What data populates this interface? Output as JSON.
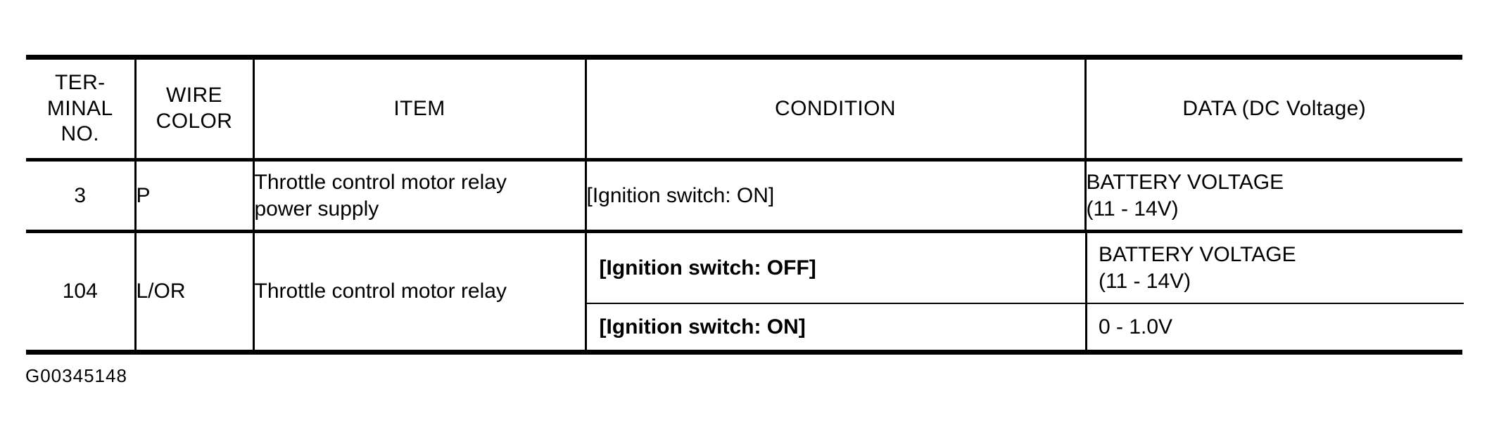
{
  "document": {
    "caption": "G00345148"
  },
  "table": {
    "headers": {
      "terminal_no": [
        "TER-",
        "MINAL",
        "NO."
      ],
      "wire_color": [
        "WIRE",
        "COLOR"
      ],
      "item": "ITEM",
      "condition": "CONDITION",
      "data": "DATA (DC Voltage)"
    },
    "rows": [
      {
        "terminal_no": "3",
        "wire_color": "P",
        "item": [
          "Throttle control motor relay",
          "power supply"
        ],
        "entries": [
          {
            "condition": "[Ignition switch: ON]",
            "data": [
              "BATTERY VOLTAGE",
              "(11 - 14V)"
            ]
          }
        ]
      },
      {
        "terminal_no": "104",
        "wire_color": "L/OR",
        "item": [
          "Throttle control motor relay"
        ],
        "entries": [
          {
            "condition": "[Ignition switch: OFF]",
            "data": [
              "BATTERY VOLTAGE",
              "(11 - 14V)"
            ]
          },
          {
            "condition": "[Ignition switch: ON]",
            "data": [
              "0 - 1.0V"
            ]
          }
        ]
      }
    ]
  }
}
